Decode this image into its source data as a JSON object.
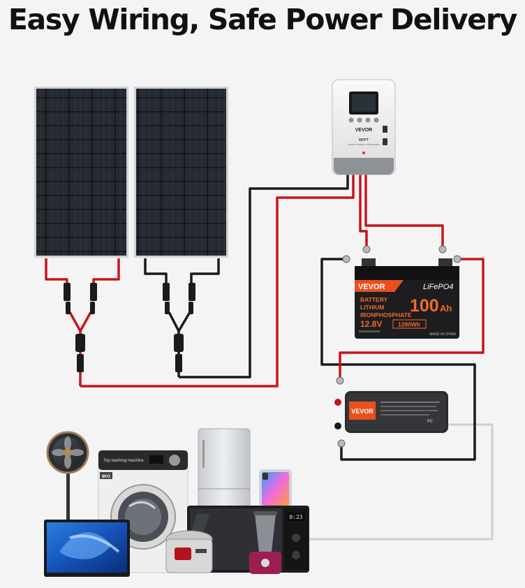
{
  "headline": "Easy Wiring, Safe Power Delivery",
  "controller": {
    "brand": "VEVOR",
    "model_line1": "MPPT",
    "model_line2": "SOLAR CHARGE CONTROLLER"
  },
  "battery": {
    "brand": "VEVOR",
    "chemistry": "LiFePO4",
    "label_line1": "BATTERY",
    "label_line2": "LITHIUM",
    "label_line3": "IRONPHOSPHATE",
    "capacity_number": "100",
    "capacity_unit": "Ah",
    "voltage": "12.8V",
    "energy": "1280Wh",
    "origin": "MADE IN CHINA"
  },
  "inverter": {
    "brand": "VEVOR",
    "mark": "FC"
  },
  "appliances": {
    "washer_text": "Top washing machine",
    "washer_badge": "8KG",
    "microwave_display": "0:23"
  },
  "colors": {
    "positive_wire": "#c8141c",
    "negative_wire": "#1a1a1a",
    "ac_wire": "#cfcfcf",
    "brand_orange": "#e8501e"
  }
}
